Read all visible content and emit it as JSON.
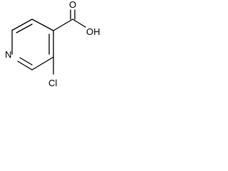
{
  "labels": {
    "nitrogen": "N",
    "hydroxyl": "OH",
    "carbonyl_oxygen": "O",
    "chlorine": "Cl"
  }
}
